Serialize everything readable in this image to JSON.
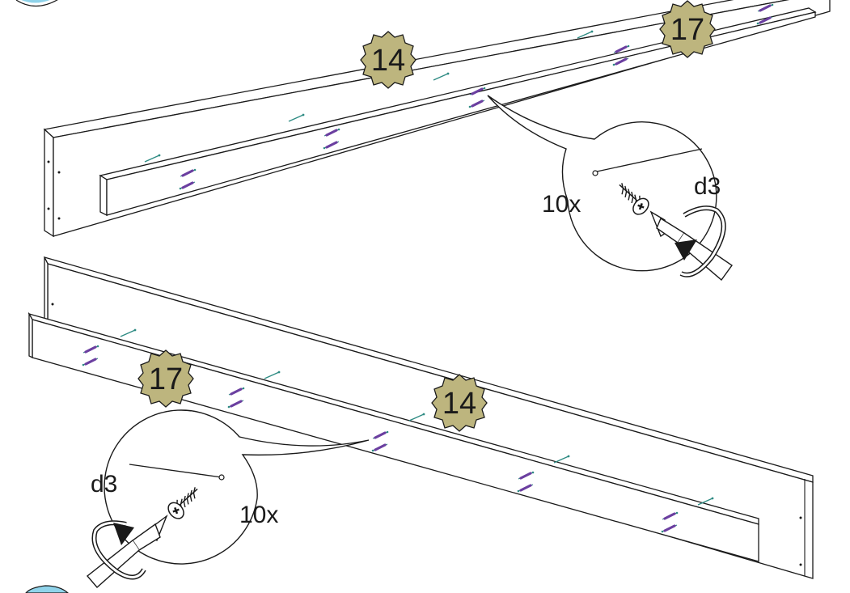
{
  "step_top": {
    "parts": {
      "long_panel": "14",
      "short_panel": "17"
    },
    "callout": {
      "quantity": "10x",
      "tool": "d3"
    }
  },
  "step_bottom": {
    "parts": {
      "long_panel": "14",
      "short_panel": "17"
    },
    "callout": {
      "quantity": "10x",
      "tool": "d3"
    }
  },
  "colors": {
    "badge_fill": "#bdb57e",
    "dowel": "#2e8b83",
    "screw": "#6b3fa0",
    "outline": "#1a1a1a",
    "step_circle": "#8fd3ea"
  },
  "icons": [
    "screwdriver-icon",
    "rotation-arrow-icon",
    "screw-icon",
    "dowel-icon"
  ]
}
